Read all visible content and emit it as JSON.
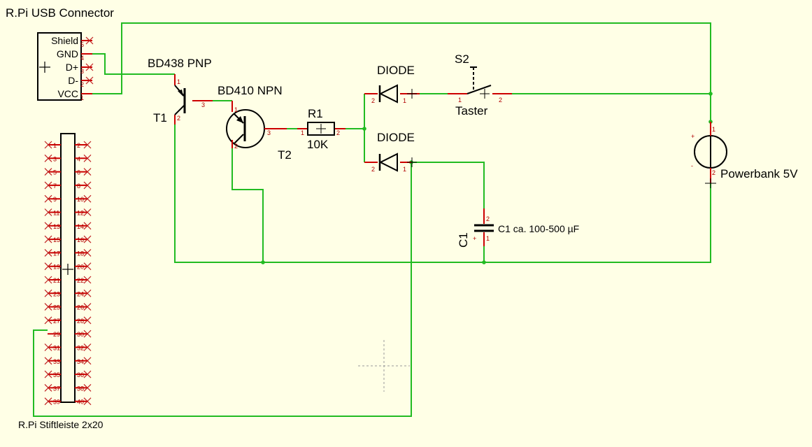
{
  "usb_connector": {
    "title": "R.Pi USB Connector",
    "pins": [
      {
        "label": "Shield",
        "num": "5"
      },
      {
        "label": "GND",
        "num": "4"
      },
      {
        "label": "D+",
        "num": "3"
      },
      {
        "label": "D-",
        "num": "2"
      },
      {
        "label": "VCC",
        "num": "1"
      }
    ]
  },
  "header": {
    "title": "R.Pi Stiftleiste 2x20",
    "pins_left": [
      "1",
      "3",
      "5",
      "7",
      "9",
      "11",
      "13",
      "15",
      "17",
      "19",
      "21",
      "23",
      "25",
      "27",
      "29",
      "31",
      "33",
      "35",
      "37",
      "39"
    ],
    "pins_right": [
      "2",
      "4",
      "6",
      "8",
      "10",
      "12",
      "14",
      "16",
      "18",
      "20",
      "22",
      "24",
      "26",
      "28",
      "30",
      "32",
      "34",
      "36",
      "38",
      "40"
    ]
  },
  "t1": {
    "name": "T1",
    "type": "BD438 PNP",
    "pins": [
      "1",
      "3",
      "2"
    ]
  },
  "t2": {
    "name": "T2",
    "type": "BD410 NPN",
    "pins": [
      "1",
      "3",
      "2"
    ]
  },
  "r1": {
    "name": "R1",
    "value": "10K",
    "pins": [
      "1",
      "2"
    ]
  },
  "diode_top": {
    "label": "DIODE",
    "pin_a": "2",
    "pin_k": "1"
  },
  "diode_bottom": {
    "label": "DIODE",
    "pin_a": "2",
    "pin_k": "1"
  },
  "s2": {
    "name": "S2",
    "type": "Taster",
    "pins": [
      "1",
      "2"
    ]
  },
  "c1": {
    "name": "C1",
    "value": "C1 ca. 100-500 µF",
    "plus": "+",
    "pins": [
      "2",
      "1"
    ]
  },
  "powerbank": {
    "label": "Powerbank 5V",
    "plus": "+",
    "minus": "-",
    "pins": [
      "1",
      "2"
    ]
  },
  "colors": {
    "background": "#ffffe6",
    "wire": "#22bb22",
    "lead": "#cc0000",
    "symbol": "#000000"
  }
}
